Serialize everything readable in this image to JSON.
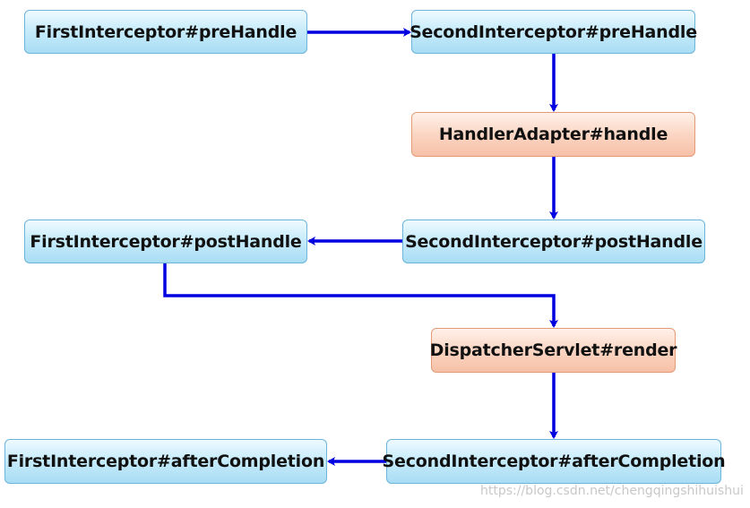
{
  "nodes": {
    "first_pre_handle": "FirstInterceptor#preHandle",
    "second_pre_handle": "SecondInterceptor#preHandle",
    "handler_adapter_handle": "HandlerAdapter#handle",
    "first_post_handle": "FirstInterceptor#postHandle",
    "second_post_handle": "SecondInterceptor#postHandle",
    "dispatcher_servlet_render": "DispatcherServlet#render",
    "first_after_completion": "FirstInterceptor#afterCompletion",
    "second_after_completion": "SecondInterceptor#afterCompletion"
  },
  "colors": {
    "interceptor_fill": "#c8ecfb",
    "interceptor_border": "#6cb4d8",
    "framework_fill": "#fbd6c4",
    "framework_border": "#e59a77",
    "arrow": "#0000e0"
  },
  "watermark": "https://blog.csdn.net/chengqingshihuishui"
}
